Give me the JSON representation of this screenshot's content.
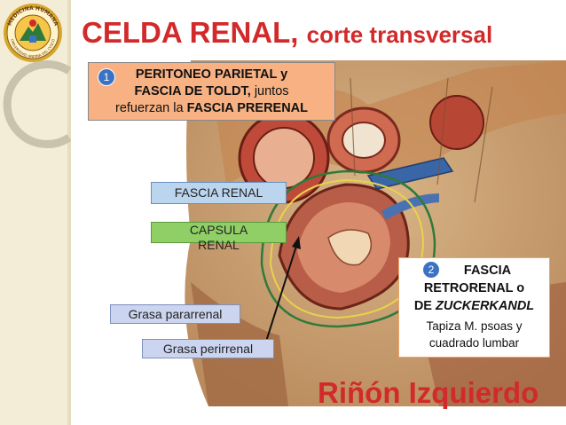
{
  "header": {
    "title_main": "CELDA RENAL,",
    "title_sub": "corte transversal"
  },
  "logo": {
    "text_top": "MEDICINA HUMANA",
    "text_bottom": "UNIVERSIDAD ANDINA DEL CUSCO"
  },
  "callout_1": {
    "number": "1",
    "line1": "PERITONEO PARIETAL y",
    "line2": "FASCIA DE TOLDT,",
    "line2_rest": " juntos",
    "line3": "refuerzan la ",
    "line3_bold": "FASCIA PRERENAL"
  },
  "labels": {
    "fascia_renal": "FASCIA RENAL",
    "capsula_line1": "CAPSULA",
    "capsula_line2": "RENAL",
    "grasa_pararrenal": "Grasa pararrenal",
    "grasa_perirrenal": "Grasa perirrenal"
  },
  "callout_2": {
    "number": "2",
    "line1": "FASCIA",
    "line2": "RETRORENAL o",
    "line3": "DE  ",
    "line3_italic": "ZUCKERKANDL",
    "desc1": "Tapiza  M. psoas y",
    "desc2": "cuadrado lumbar"
  },
  "footer": {
    "title": "Riñón Izquierdo"
  },
  "colors": {
    "title_red": "#d22a2a",
    "callout_orange": "#f7b183",
    "fascia_blue": "#bcd5ee",
    "capsula_green": "#8fcf66",
    "grasa_lavender": "#ccd5ef",
    "badge_blue": "#3b73c4"
  }
}
